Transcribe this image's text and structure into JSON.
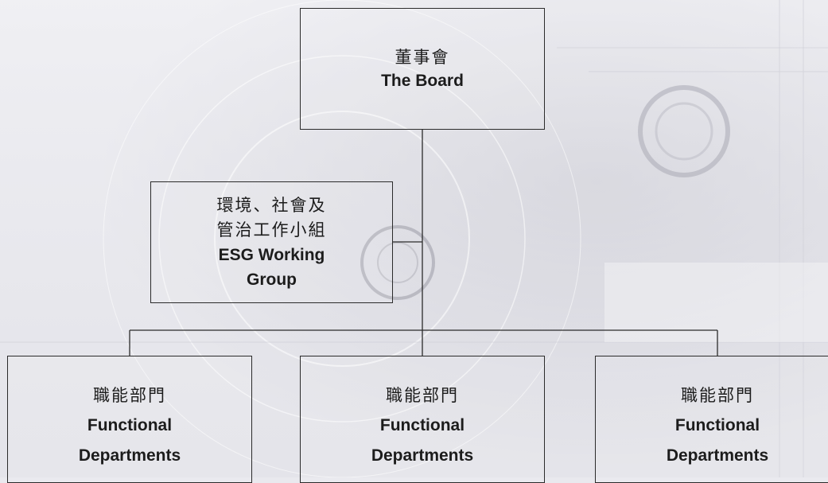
{
  "nodes": {
    "board": {
      "zh": "董事會",
      "en": "The Board"
    },
    "esg": {
      "zh_line1": "環境、社會及",
      "zh_line2": "管治工作小組",
      "en_line1": "ESG Working",
      "en_line2": "Group"
    },
    "departments": [
      {
        "zh": "職能部門",
        "en_line1": "Functional",
        "en_line2": "Departments"
      },
      {
        "zh": "職能部門",
        "en_line1": "Functional",
        "en_line2": "Departments"
      },
      {
        "zh": "職能部門",
        "en_line1": "Functional",
        "en_line2": "Departments"
      }
    ]
  },
  "edges": [
    {
      "from": "board",
      "to": "esg"
    },
    {
      "from": "board",
      "to": "departments.0"
    },
    {
      "from": "board",
      "to": "departments.1"
    },
    {
      "from": "board",
      "to": "departments.2"
    }
  ],
  "colors": {
    "line": "#2b2b2b",
    "background": "#e9e9ee",
    "text": "#1c1c1c"
  }
}
